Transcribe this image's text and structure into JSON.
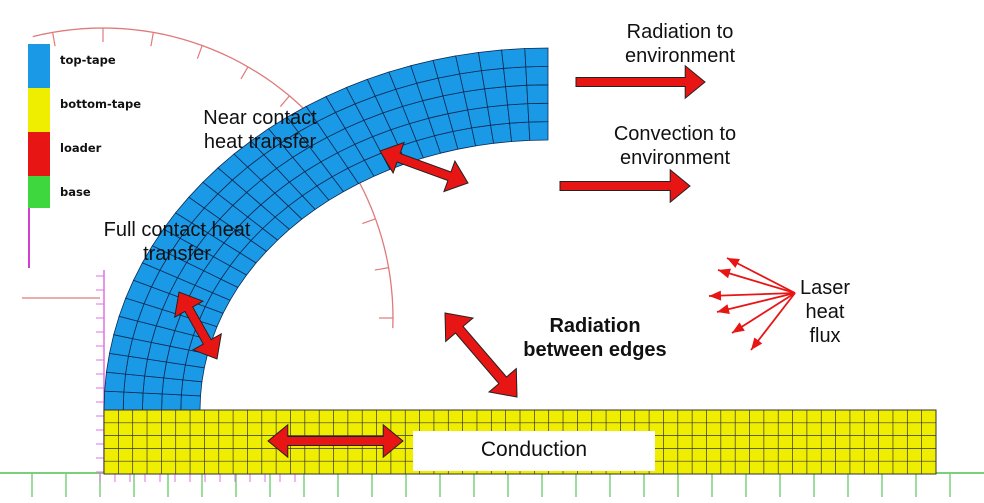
{
  "legend": {
    "items": [
      {
        "label": "top-tape",
        "color": "#1a9ae6"
      },
      {
        "label": "bottom-tape",
        "color": "#f0ee00"
      },
      {
        "label": "loader",
        "color": "#e81515"
      },
      {
        "label": "base",
        "color": "#3ed83e"
      }
    ]
  },
  "labels": {
    "radiation_env_1": "Radiation to",
    "radiation_env_2": "environment",
    "convection_env_1": "Convection to",
    "convection_env_2": "environment",
    "near_contact_1": "Near contact",
    "near_contact_2": "heat transfer",
    "full_contact_1": "Full contact heat",
    "full_contact_2": "transfer",
    "laser_1": "Laser",
    "laser_2": "heat",
    "laser_3": "flux",
    "radiation_edges_1": "Radiation",
    "radiation_edges_2": "between edges",
    "conduction": "Conduction"
  },
  "colors": {
    "tape_top": "#1a9ae6",
    "tape_bottom": "#f0ee00",
    "arrow": "#e81515",
    "loader_outline": "#e07a7a",
    "base_outline": "#7ad07a",
    "axis_magenta": "#e070e0"
  }
}
